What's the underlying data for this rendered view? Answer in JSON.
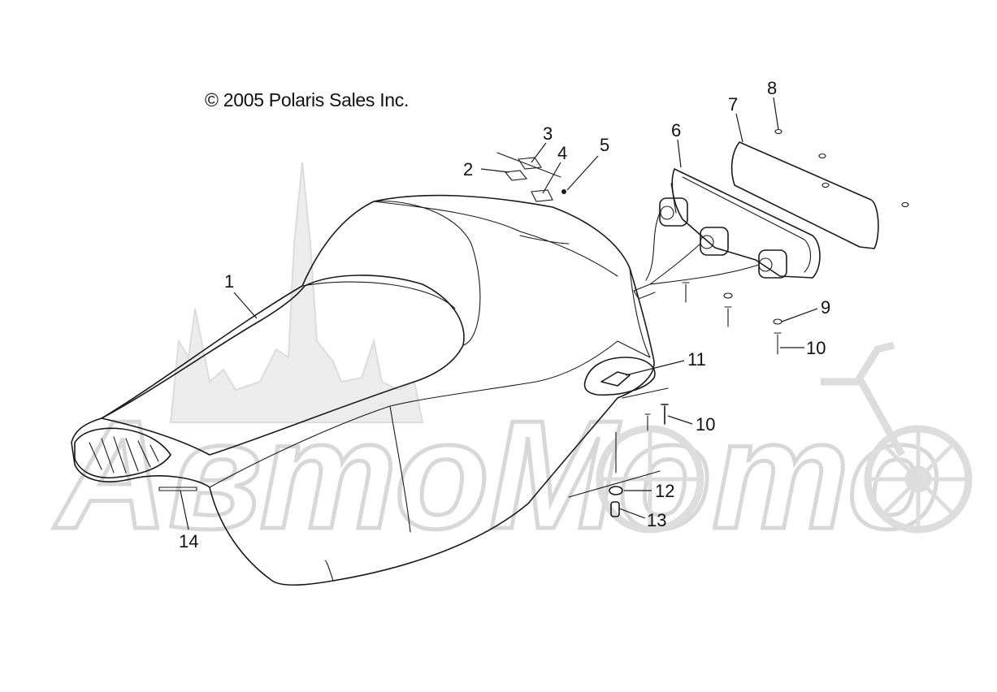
{
  "copyright": "© 2005 Polaris Sales Inc.",
  "watermark": "АвтоМото",
  "colors": {
    "ink": "#1a1a1a",
    "watermark": "#d8d8d8",
    "background": "#ffffff"
  },
  "callouts": {
    "c1": "1",
    "c2": "2",
    "c3": "3",
    "c4": "4",
    "c5": "5",
    "c6": "6",
    "c7": "7",
    "c8": "8",
    "c9": "9",
    "c10a": "10",
    "c10b": "10",
    "c11": "11",
    "c12": "12",
    "c13": "13",
    "c14": "14"
  }
}
